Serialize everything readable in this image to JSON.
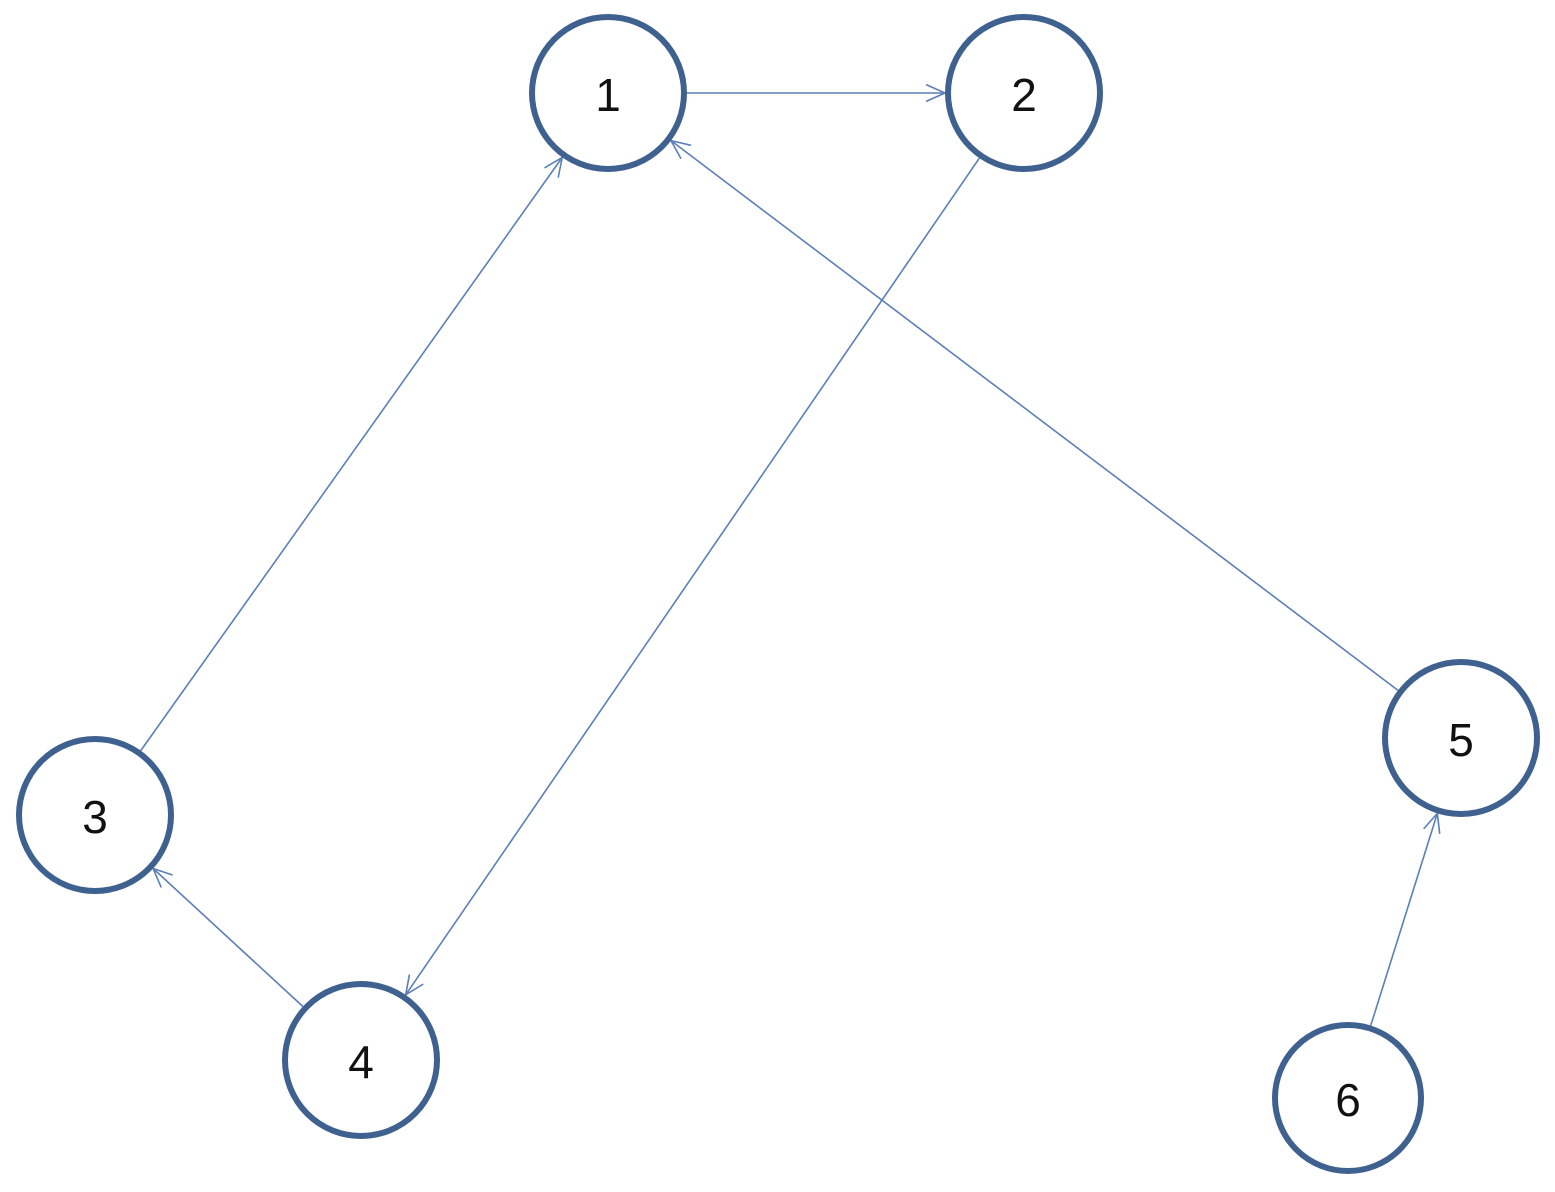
{
  "diagram": {
    "type": "directed-graph",
    "colors": {
      "node_stroke": "#3f6190",
      "edge": "#5b7fb6",
      "label": "#111111",
      "background": "#ffffff"
    },
    "nodes": [
      {
        "id": "1",
        "label": "1"
      },
      {
        "id": "2",
        "label": "2"
      },
      {
        "id": "3",
        "label": "3"
      },
      {
        "id": "4",
        "label": "4"
      },
      {
        "id": "5",
        "label": "5"
      },
      {
        "id": "6",
        "label": "6"
      }
    ],
    "edges": [
      {
        "from": "1",
        "to": "2"
      },
      {
        "from": "3",
        "to": "1"
      },
      {
        "from": "5",
        "to": "1"
      },
      {
        "from": "2",
        "to": "4"
      },
      {
        "from": "4",
        "to": "3"
      },
      {
        "from": "6",
        "to": "5"
      }
    ]
  }
}
